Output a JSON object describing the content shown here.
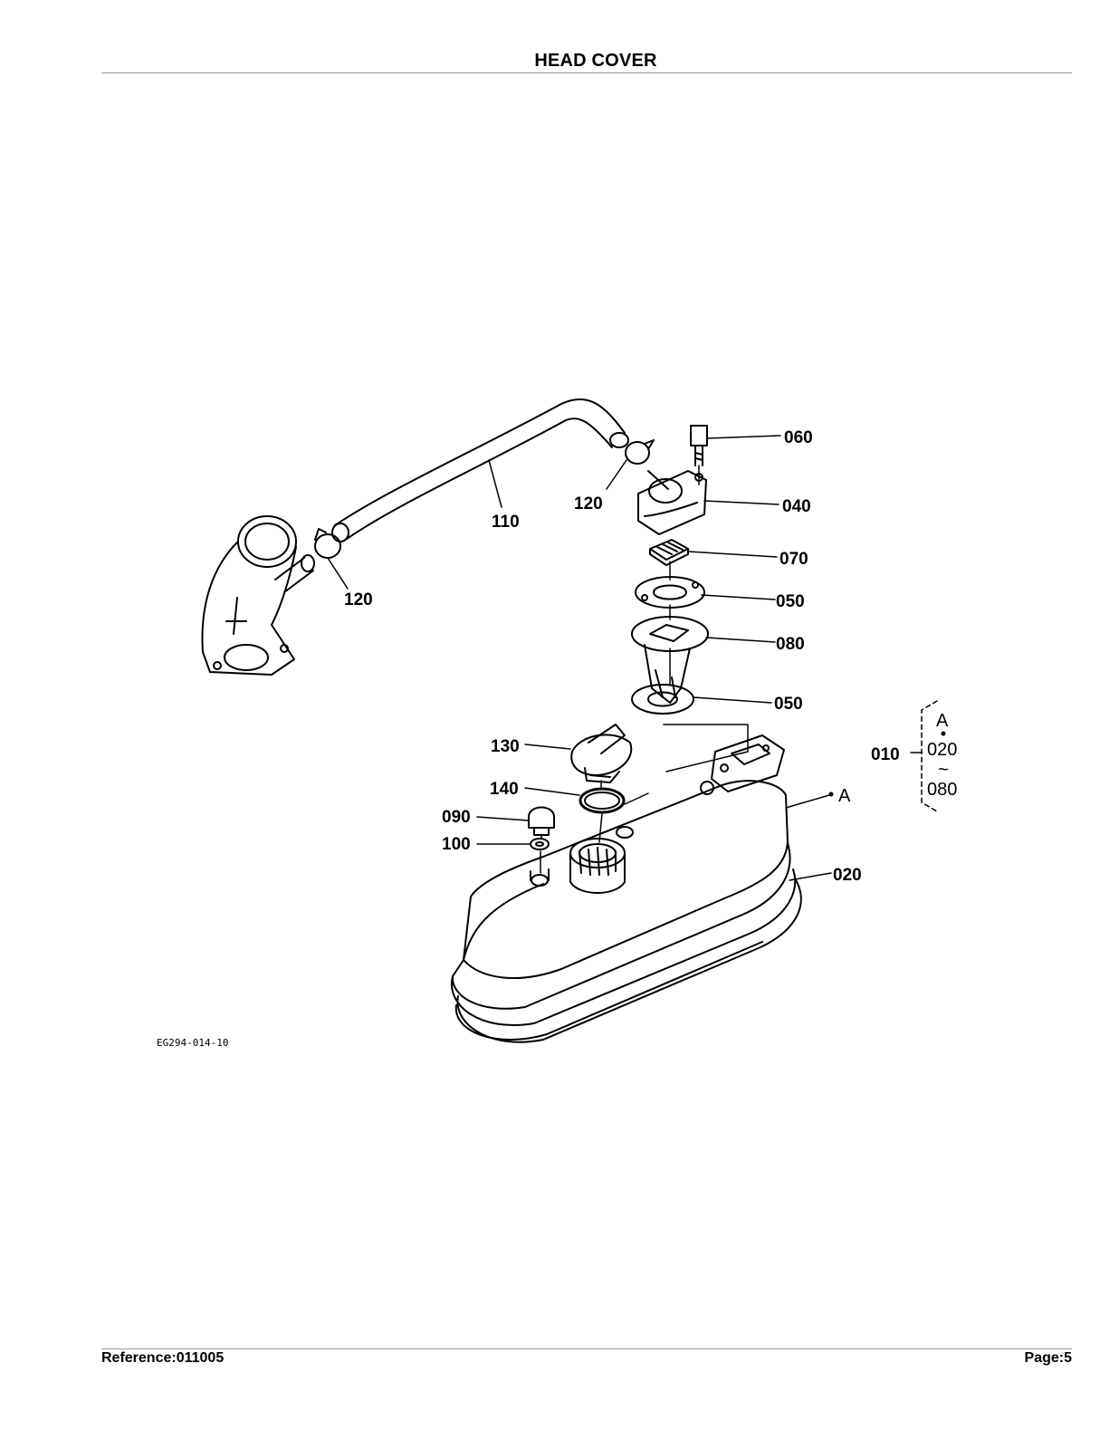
{
  "header": {
    "title": "HEAD COVER"
  },
  "footer": {
    "reference": "Reference:011005",
    "page": "Page:5"
  },
  "diagram": {
    "figure_code": "EG294-014-10",
    "callouts": [
      "060",
      "040",
      "120",
      "110",
      "070",
      "120",
      "050",
      "080",
      "050",
      "130",
      "010",
      "140",
      "090",
      "100",
      "020"
    ],
    "assembly_note": {
      "marker": "A",
      "start": "020",
      "tilde": "~",
      "end": "080"
    }
  }
}
